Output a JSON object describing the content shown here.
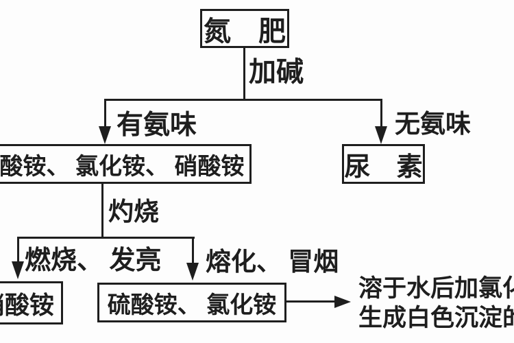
{
  "diagram": {
    "nodes": {
      "root": "氮　肥",
      "ammonium_salts": "硫酸铵、 氯化铵、 硝酸铵",
      "urea": "尿　素",
      "nitrate": "硝酸铵",
      "sulfate_chloride": "硫酸铵、 氯化铵"
    },
    "edges": {
      "add_alkali": "加碱",
      "has_ammonia_smell": "有氨味",
      "no_ammonia_smell": "无氨味",
      "calcine": "灼烧",
      "burns_bright": "燃烧、 发亮",
      "melts_smokes": "熔化、 冒烟"
    },
    "result_note": {
      "line1": "溶于水后加氯化",
      "line2": "生成白色沉淀的"
    },
    "colors": {
      "ink": "#1e1e1e",
      "paper": "#fdfdfd"
    }
  }
}
